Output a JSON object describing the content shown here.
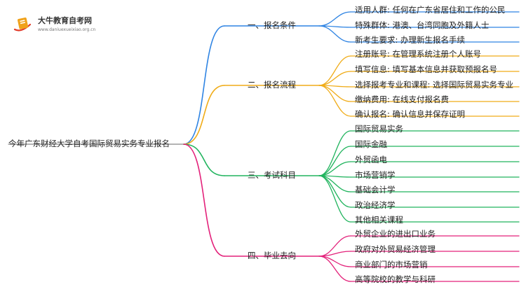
{
  "logo": {
    "title": "大牛教育自考网",
    "url": "www.daniuexueixiao.org.cn",
    "colors": {
      "book": "#f0a21b",
      "swoosh": "#e23b2a"
    }
  },
  "root": {
    "label": "今年广东财经大学自考国际贸易实务专业报名"
  },
  "branches": [
    {
      "label": "一、报名条件",
      "color": "#2f84e3",
      "leaves": [
        "适用人群: 任何在广东省居住和工作的公民",
        "特殊群体: 港澳、台湾同胞及外籍人士",
        "新考生要求: 办理新生报名手续"
      ]
    },
    {
      "label": "二、报名流程",
      "color": "#f0ac18",
      "leaves": [
        "注册账号: 在管理系统注册个人账号",
        "填写信息: 填写基本信息并获取预报名号",
        "选择报考专业和课程: 选择国际贸易实务专业",
        "缴纳费用: 在线支付报名费",
        "确认报名: 确认信息并保存证明"
      ]
    },
    {
      "label": "三、考试科目",
      "color": "#21b45e",
      "leaves": [
        "国际贸易实务",
        "国际金融",
        "外贸函电",
        "市场营销学",
        "基础会计学",
        "政治经济学",
        "其他相关课程"
      ]
    },
    {
      "label": "四、毕业去向",
      "color": "#e3217a",
      "leaves": [
        "外贸企业的进出口业务",
        "政府对外贸易经济管理",
        "商业部门的市场营销",
        "高等院校的教学与科研"
      ]
    }
  ]
}
